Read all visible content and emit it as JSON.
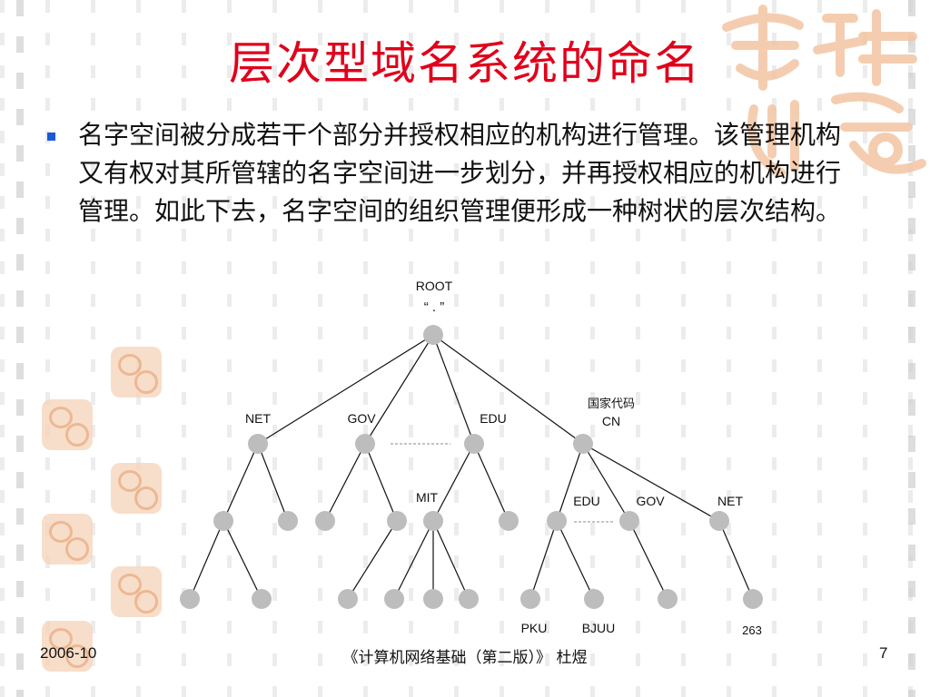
{
  "slide": {
    "title": "层次型域名系统的命名",
    "body": "名字空间被分成若干个部分并授权相应的机构进行管理。该管理机构又有权对其所管辖的名字空间进一步划分，并再授权相应的机构进行管理。如此下去，名字空间的组织管理便形成一种树状的层次结构。"
  },
  "tree": {
    "root_label": "ROOT",
    "root_dot": "“ . ”",
    "top_level": [
      "NET",
      "GOV",
      "EDU"
    ],
    "country_code_label": "国家代码",
    "country": "CN",
    "mit": "MIT",
    "cn_children": [
      "EDU",
      "GOV",
      "NET"
    ],
    "leaf_labels": [
      "PKU",
      "BJUU",
      "263"
    ]
  },
  "footer": {
    "date": "2006-10",
    "course": "《计算机网络基础（第二版）》 杜煜",
    "page": "7"
  },
  "colors": {
    "title": "#e0001b",
    "node": "#bdbdbd",
    "bullet": "#1a5ad6"
  }
}
